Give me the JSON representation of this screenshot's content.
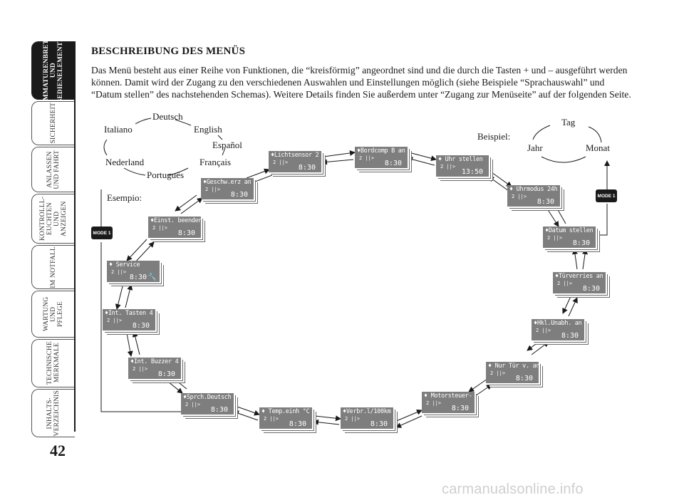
{
  "tabs": [
    {
      "label": "AMMATURENBRETT\nUND\nBEDIENELEMENTE",
      "active": true
    },
    {
      "label": "SICHERHEIT",
      "active": false
    },
    {
      "label": "ANLASSEN\nUND FAHRT",
      "active": false
    },
    {
      "label": "KONTROLLL-\nEUCHTEN UND\nANZEIGEN",
      "active": false
    },
    {
      "label": "IM NOTFALL",
      "active": false
    },
    {
      "label": "WARTUNG UND\nPFLEGE",
      "active": false
    },
    {
      "label": "TECHNISCHE\nMERKMALE",
      "active": false
    },
    {
      "label": "INHALTS-\nVERZEICHNIS",
      "active": false
    }
  ],
  "page_number": "42",
  "heading": "BESCHREIBUNG DES MENÜS",
  "paragraph": "Das Menü besteht aus einer Reihe von Funktionen, die “kreisförmig” angeordnet sind und die durch die Tasten + und – ausgeführt werden können. Damit wird der Zugang zu den verschiedenen Auswahlen und Einstellungen möglich (siehe Beispiele “Sprachauswahl” und “Datum stellen” des nachstehenden Schemas). Weitere Details finden Sie außerdem unter “Zugang zur Menüseite” auf der folgenden Seite.",
  "languages": {
    "deutsch": "Deutsch",
    "english": "English",
    "espanol": "Español",
    "francais": "Français",
    "portugues": "Português",
    "nederland": "Nederland",
    "italiano": "Italiano"
  },
  "esempio_label": "Esempio:",
  "beispiel_label": "Beispiel:",
  "date_cycle": {
    "tag": "Tag",
    "monat": "Monat",
    "jahr": "Jahr"
  },
  "mode_button": "MODE 1",
  "menu_screens": [
    {
      "top": "♦Lichtsensor 2",
      "time": "8:30"
    },
    {
      "top": "♦Bordcomp B an",
      "time": "8:30"
    },
    {
      "top": "♦ Uhr stellen",
      "time": "13:50"
    },
    {
      "top": "♦ Uhrmodus 24h",
      "time": "8:30"
    },
    {
      "top": "♦Datum stellen",
      "time": "8:30"
    },
    {
      "top": "♦Türverries an",
      "time": "8:30"
    },
    {
      "top": "♦Hkl.Unabh. an",
      "time": "8:30"
    },
    {
      "top": "♦ Nur Tür v. an",
      "time": "8:30"
    },
    {
      "top": "♦ Motorsteuer-",
      "time": "8:30"
    },
    {
      "top": "♦Verbr.l/100km",
      "time": "8:30"
    },
    {
      "top": "♦ Temp.einh °C",
      "time": "8:30"
    },
    {
      "top": "♦Sprch.Deutsch",
      "time": "8:30"
    },
    {
      "top": "♦Int. Buzzer 4",
      "time": "8:30"
    },
    {
      "top": "♦Int. Tasten 4",
      "time": "8:30"
    },
    {
      "top": "♦    Service",
      "time": "8:30",
      "wrench": "🔧"
    },
    {
      "top": "♦Einst. beenden",
      "time": "8:30"
    },
    {
      "top": "♦Geschw.erz an",
      "time": "8:30"
    }
  ],
  "screen_symbol": "2 ||>",
  "watermark": "carmanualsonline.info"
}
